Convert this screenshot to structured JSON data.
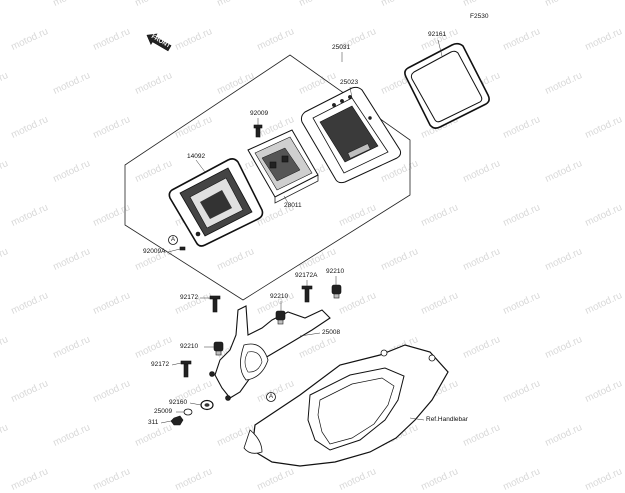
{
  "watermark_text": "motod.ru",
  "figure_code": "F2530",
  "front_badge": "FRONT",
  "ref_text": "Ref.Handlebar",
  "callout_a": "A",
  "parts": [
    {
      "id": "92161",
      "label": "92161"
    },
    {
      "id": "25031",
      "label": "25031"
    },
    {
      "id": "25023",
      "label": "25023"
    },
    {
      "id": "92009",
      "label": "92009"
    },
    {
      "id": "14092",
      "label": "14092"
    },
    {
      "id": "28011",
      "label": "28011"
    },
    {
      "id": "92009A",
      "label": "92009A"
    },
    {
      "id": "92172A",
      "label": "92172A"
    },
    {
      "id": "92210a",
      "label": "92210"
    },
    {
      "id": "92172a",
      "label": "92172"
    },
    {
      "id": "92210b",
      "label": "92210"
    },
    {
      "id": "25008",
      "label": "25008"
    },
    {
      "id": "92210c",
      "label": "92210"
    },
    {
      "id": "92172b",
      "label": "92172"
    },
    {
      "id": "92160",
      "label": "92160"
    },
    {
      "id": "25009",
      "label": "25009"
    },
    {
      "id": "311",
      "label": "311"
    }
  ]
}
